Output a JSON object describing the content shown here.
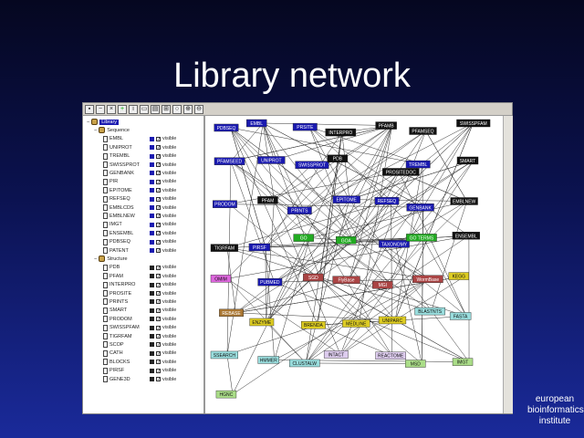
{
  "slide": {
    "title": "Library network"
  },
  "branding": {
    "lines": [
      "european",
      "bioinformatics",
      "institute"
    ]
  },
  "tree": {
    "root": "Library",
    "groups": [
      {
        "name": "Sequence",
        "items": [
          {
            "name": "EMBL",
            "color": "#1a1ab0",
            "state": "visible"
          },
          {
            "name": "UNIPROT",
            "color": "#1a1ab0",
            "state": "visible"
          },
          {
            "name": "TREMBL",
            "color": "#1a1ab0",
            "state": "visible"
          },
          {
            "name": "SWISSPROT",
            "color": "#1a1ab0",
            "state": "visible"
          },
          {
            "name": "GENBANK",
            "color": "#1a1ab0",
            "state": "visible"
          },
          {
            "name": "PIR",
            "color": "#1a1ab0",
            "state": "visible"
          },
          {
            "name": "EPITOME",
            "color": "#1a1ab0",
            "state": "visible"
          },
          {
            "name": "REFSEQ",
            "color": "#1a1ab0",
            "state": "visible"
          },
          {
            "name": "EMBLCDS",
            "color": "#1a1ab0",
            "state": "visible"
          },
          {
            "name": "EMBLNEW",
            "color": "#1a1ab0",
            "state": "visible"
          },
          {
            "name": "IMGT",
            "color": "#1a1ab0",
            "state": "visible"
          },
          {
            "name": "ENSEMBL",
            "color": "#1a1ab0",
            "state": "visible"
          },
          {
            "name": "PDBSEQ",
            "color": "#1a1ab0",
            "state": "visible"
          },
          {
            "name": "PATENT",
            "color": "#1a1ab0",
            "state": "visible"
          }
        ]
      },
      {
        "name": "Structure",
        "items": [
          {
            "name": "PDB",
            "color": "#222222",
            "state": "visible"
          },
          {
            "name": "PFAM",
            "color": "#222222",
            "state": "visible"
          },
          {
            "name": "INTERPRO",
            "color": "#222222",
            "state": "visible"
          },
          {
            "name": "PROSITE",
            "color": "#222222",
            "state": "visible"
          },
          {
            "name": "PRINTS",
            "color": "#222222",
            "state": "visible"
          },
          {
            "name": "SMART",
            "color": "#222222",
            "state": "visible"
          },
          {
            "name": "PRODOM",
            "color": "#222222",
            "state": "visible"
          },
          {
            "name": "SWISSPFAM",
            "color": "#222222",
            "state": "visible"
          },
          {
            "name": "TIGRFAM",
            "color": "#222222",
            "state": "visible"
          },
          {
            "name": "SCOP",
            "color": "#222222",
            "state": "visible"
          },
          {
            "name": "CATH",
            "color": "#222222",
            "state": "visible"
          },
          {
            "name": "BLOCKS",
            "color": "#222222",
            "state": "visible"
          },
          {
            "name": "PIRSF",
            "color": "#222222",
            "state": "visible"
          },
          {
            "name": "GENE3D",
            "color": "#222222",
            "state": "visible"
          }
        ]
      }
    ]
  },
  "network": {
    "nodes": [
      {
        "id": "n1",
        "label": "PDBSEQ",
        "color": "#1a1ab0"
      },
      {
        "id": "n2",
        "label": "EMBL",
        "color": "#1a1ab0"
      },
      {
        "id": "n3",
        "label": "PRSITE",
        "color": "#1a1ab0"
      },
      {
        "id": "n4",
        "label": "INTERPRO",
        "color": "#111111"
      },
      {
        "id": "n5",
        "label": "PFAMB",
        "color": "#111111"
      },
      {
        "id": "n6",
        "label": "PFAMSEQ",
        "color": "#111111"
      },
      {
        "id": "n7",
        "label": "SWISSPFAM",
        "color": "#111111"
      },
      {
        "id": "n8",
        "label": "PFAMSEED",
        "color": "#1a1ab0"
      },
      {
        "id": "n9",
        "label": "UNIPROT",
        "color": "#1a1ab0"
      },
      {
        "id": "n10",
        "label": "SWISSPROT",
        "color": "#1a1ab0"
      },
      {
        "id": "n11",
        "label": "PDB",
        "color": "#111111"
      },
      {
        "id": "n12",
        "label": "PROSITEDOC",
        "color": "#111111"
      },
      {
        "id": "n13",
        "label": "TREMBL",
        "color": "#1a1ab0"
      },
      {
        "id": "n14",
        "label": "SMART",
        "color": "#111111"
      },
      {
        "id": "n15",
        "label": "PRODOM",
        "color": "#1a1ab0"
      },
      {
        "id": "n16",
        "label": "PFAM",
        "color": "#111111"
      },
      {
        "id": "n17",
        "label": "PRINTS",
        "color": "#1a1ab0"
      },
      {
        "id": "n18",
        "label": "EPITOME",
        "color": "#1a1ab0"
      },
      {
        "id": "n19",
        "label": "REFSEQ",
        "color": "#1a1ab0"
      },
      {
        "id": "n20",
        "label": "GENBANK",
        "color": "#1a1ab0"
      },
      {
        "id": "n21",
        "label": "EMBLNEW",
        "color": "#111111"
      },
      {
        "id": "n22",
        "label": "TIGRFAM",
        "color": "#111111"
      },
      {
        "id": "n23",
        "label": "PIRSF",
        "color": "#1a1ab0"
      },
      {
        "id": "n24",
        "label": "GO",
        "color": "#22aa22"
      },
      {
        "id": "n25",
        "label": "GOA",
        "color": "#22aa22"
      },
      {
        "id": "n26",
        "label": "TAXONOMY",
        "color": "#1a1ab0"
      },
      {
        "id": "n27",
        "label": "GO TERMS",
        "color": "#22aa22"
      },
      {
        "id": "n28",
        "label": "ENSEMBL",
        "color": "#111111"
      },
      {
        "id": "n29",
        "label": "OMIM",
        "color": "#dd66dd"
      },
      {
        "id": "n30",
        "label": "PUBMED",
        "color": "#1a1ab0"
      },
      {
        "id": "n31",
        "label": "SGD",
        "color": "#aa4444"
      },
      {
        "id": "n32",
        "label": "FlyBase",
        "color": "#aa4444"
      },
      {
        "id": "n33",
        "label": "MGI",
        "color": "#aa4444"
      },
      {
        "id": "n34",
        "label": "WormBase",
        "color": "#aa4444"
      },
      {
        "id": "n35",
        "label": "KEGG",
        "color": "#ddcc22"
      },
      {
        "id": "n36",
        "label": "REBASE",
        "color": "#aa7733"
      },
      {
        "id": "n37",
        "label": "ENZYME",
        "color": "#ddcc22"
      },
      {
        "id": "n38",
        "label": "BRENDA",
        "color": "#ddcc22"
      },
      {
        "id": "n39",
        "label": "MEDLINE",
        "color": "#ddcc22"
      },
      {
        "id": "n40",
        "label": "UNIPARC",
        "color": "#ddcc22"
      },
      {
        "id": "n41",
        "label": "BLASTNTS",
        "color": "#99dddd"
      },
      {
        "id": "n42",
        "label": "FASTA",
        "color": "#99dddd"
      },
      {
        "id": "n43",
        "label": "SSEARCH",
        "color": "#99dddd"
      },
      {
        "id": "n44",
        "label": "HMMER",
        "color": "#99dddd"
      },
      {
        "id": "n45",
        "label": "CLUSTALW",
        "color": "#99dddd"
      },
      {
        "id": "n46",
        "label": "INTACT",
        "color": "#ddccee"
      },
      {
        "id": "n47",
        "label": "REACTOME",
        "color": "#ddccee"
      },
      {
        "id": "n48",
        "label": "MSD",
        "color": "#aadd88"
      },
      {
        "id": "n49",
        "label": "IMGT",
        "color": "#aadd88"
      },
      {
        "id": "n50",
        "label": "HGNC",
        "color": "#aadd88"
      }
    ]
  }
}
